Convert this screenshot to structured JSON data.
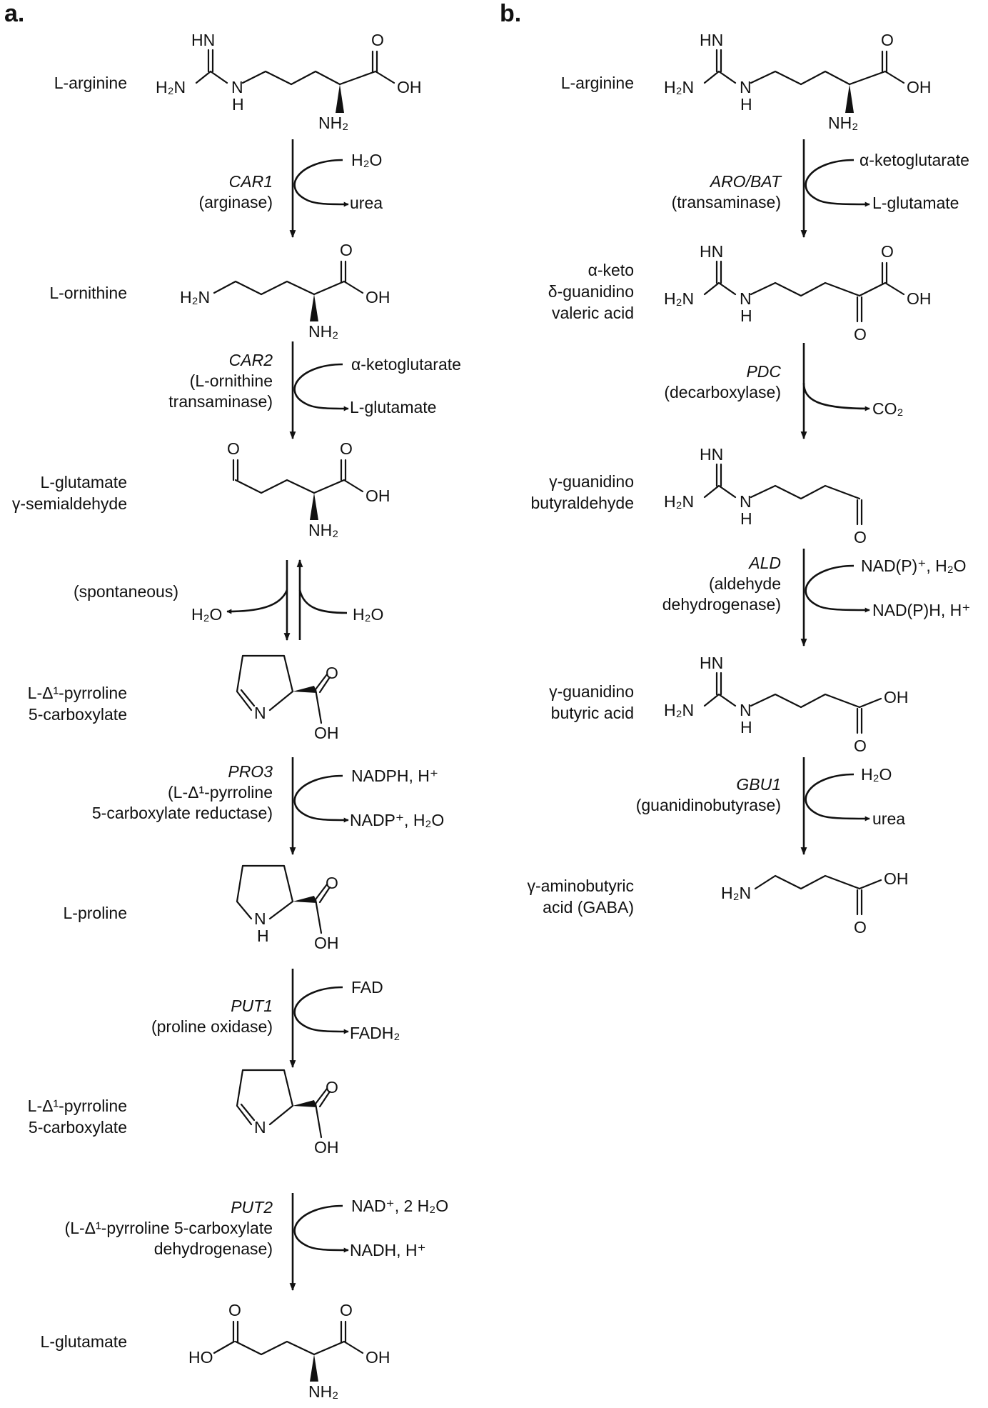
{
  "panels": {
    "a": "a.",
    "b": "b."
  },
  "panel_a": {
    "compounds": [
      "L-arginine",
      "L-ornithine",
      "L-glutamate",
      "γ-semialdehyde",
      "L-Δ¹-pyrroline",
      "5-carboxylate",
      "L-proline",
      "L-Δ¹-pyrroline",
      "5-carboxylate",
      "L-glutamate"
    ],
    "steps": [
      {
        "enzyme": "CAR1",
        "desc": [
          "(arginase)"
        ],
        "input": "H₂O",
        "output": "urea"
      },
      {
        "enzyme": "CAR2",
        "desc": [
          "(L-ornithine",
          "transaminase)"
        ],
        "input": "α-ketoglutarate",
        "output": "L-glutamate"
      },
      {
        "enzyme": "",
        "desc": [
          "(spontaneous)"
        ],
        "input": "H₂O",
        "output": "H₂O"
      },
      {
        "enzyme": "PRO3",
        "desc": [
          "(L-Δ¹-pyrroline",
          "5-carboxylate reductase)"
        ],
        "input": "NADPH, H⁺",
        "output": "NADP⁺, H₂O"
      },
      {
        "enzyme": "PUT1",
        "desc": [
          "(proline oxidase)"
        ],
        "input": "FAD",
        "output": "FADH₂"
      },
      {
        "enzyme": "PUT2",
        "desc": [
          "(L-Δ¹-pyrroline 5-carboxylate",
          "dehydrogenase)"
        ],
        "input": "NAD⁺, 2 H₂O",
        "output": "NADH, H⁺"
      }
    ]
  },
  "panel_b": {
    "compounds": [
      "L-arginine",
      "α-keto",
      "δ-guanidino",
      "valeric acid",
      "γ-guanidino",
      "butyraldehyde",
      "γ-guanidino",
      "butyric acid",
      "γ-aminobutyric",
      "acid (GABA)"
    ],
    "steps": [
      {
        "enzyme": "ARO/BAT",
        "desc": [
          "(transaminase)"
        ],
        "input": "α-ketoglutarate",
        "output": "L-glutamate"
      },
      {
        "enzyme": "PDC",
        "desc": [
          "(decarboxylase)"
        ],
        "input": "",
        "output": "CO₂"
      },
      {
        "enzyme": "ALD",
        "desc": [
          "(aldehyde",
          "dehydrogenase)"
        ],
        "input": "NAD(P)⁺, H₂O",
        "output": "NAD(P)H, H⁺"
      },
      {
        "enzyme": "GBU1",
        "desc": [
          "(guanidinobutyrase)"
        ],
        "input": "H₂O",
        "output": "urea"
      }
    ]
  },
  "atoms": {
    "HN": "HN",
    "N": "N",
    "H": "H",
    "O": "O",
    "OH": "OH",
    "HO": "HO",
    "H2N": "H₂N",
    "NH2": "NH₂"
  }
}
